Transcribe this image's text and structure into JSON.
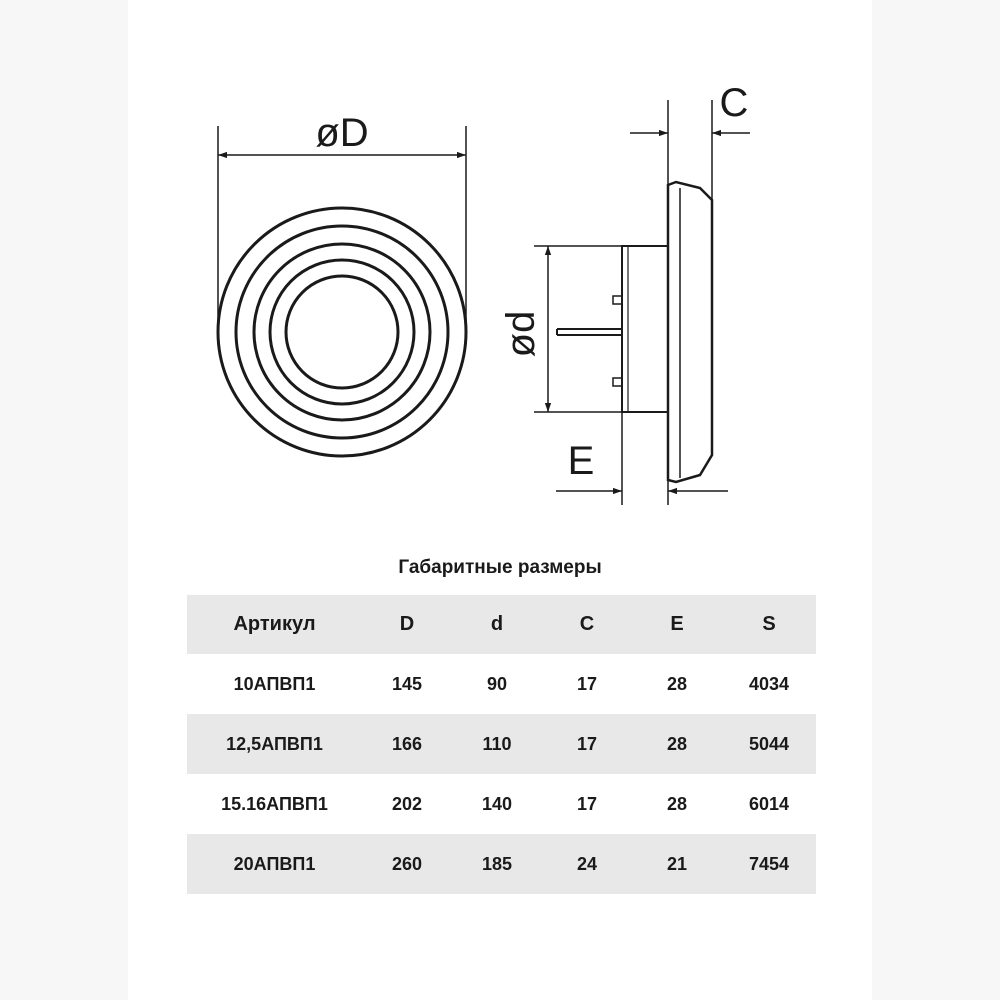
{
  "drawing": {
    "front_view": {
      "diameter_label": "øD"
    },
    "side_view": {
      "depth_label": "C",
      "neck_diameter_label": "ød",
      "spigot_length_label": "E"
    }
  },
  "table": {
    "title": "Габаритные размеры",
    "headers": [
      "Артикул",
      "D",
      "d",
      "C",
      "E",
      "S"
    ],
    "rows": [
      [
        "10АПВП1",
        "145",
        "90",
        "17",
        "28",
        "4034"
      ],
      [
        "12,5АПВП1",
        "166",
        "110",
        "17",
        "28",
        "5044"
      ],
      [
        "15.16АПВП1",
        "202",
        "140",
        "17",
        "28",
        "6014"
      ],
      [
        "20АПВП1",
        "260",
        "185",
        "24",
        "21",
        "7454"
      ]
    ]
  }
}
